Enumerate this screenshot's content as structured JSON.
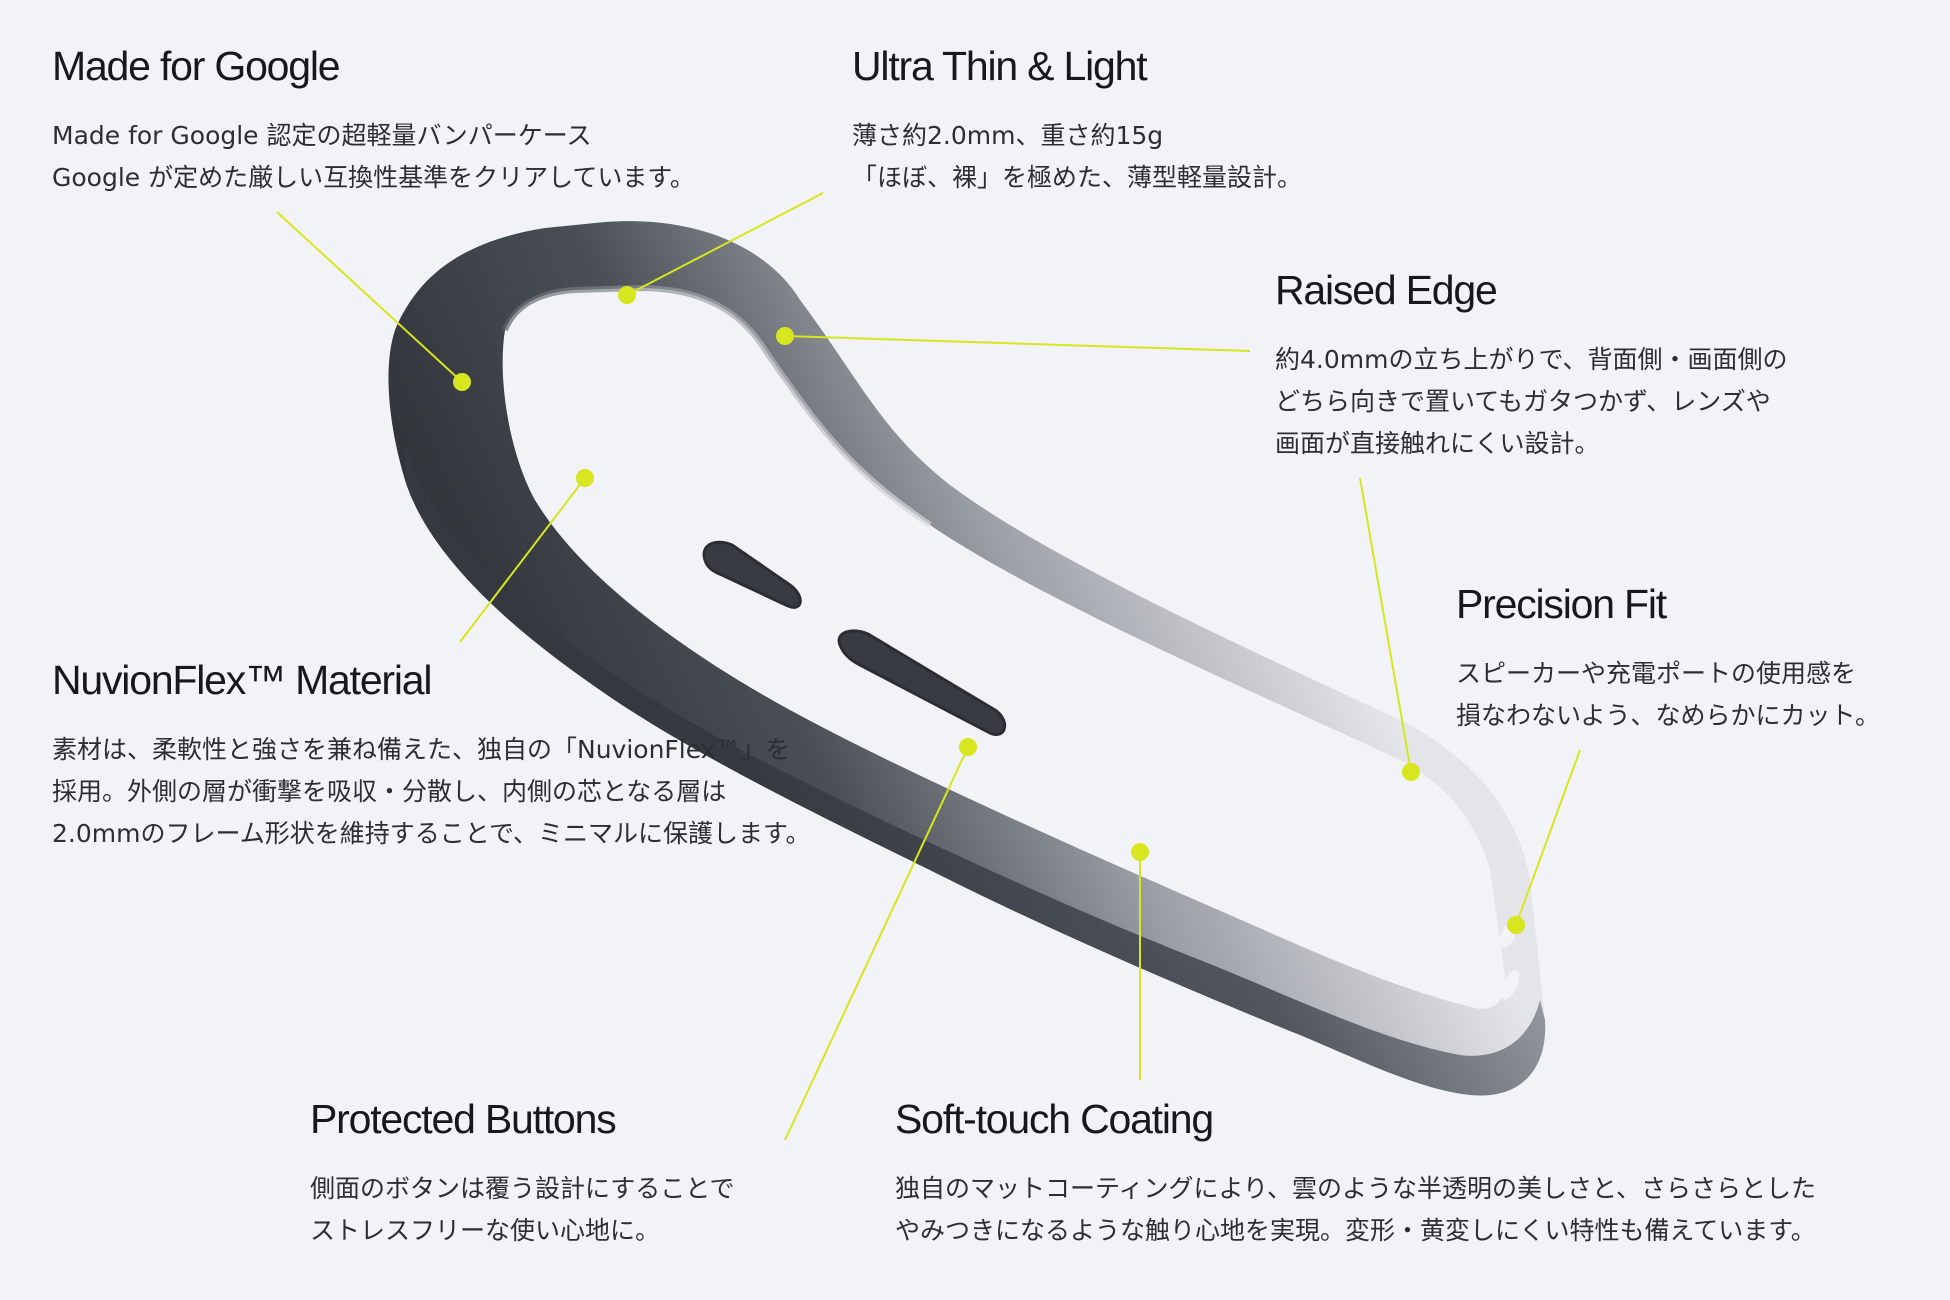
{
  "colors": {
    "background": "#f2f3f6",
    "callout": "#d7e61e",
    "bumper_dark": "#2f3338",
    "bumper_light": "#d5d6da"
  },
  "features": {
    "made_for_google": {
      "title": "Made for Google",
      "lines": [
        "Made for Google 認定の超軽量バンパーケース",
        "Google が定めた厳しい互換性基準をクリアしています。"
      ]
    },
    "ultra_thin": {
      "title": "Ultra Thin & Light",
      "lines": [
        "薄さ約2.0mm、重さ約15g",
        "「ほぼ、裸」を極めた、薄型軽量設計。"
      ]
    },
    "raised_edge": {
      "title": "Raised Edge",
      "lines": [
        "約4.0mmの立ち上がりで、背面側・画面側の",
        "どちら向きで置いてもガタつかず、レンズや",
        "画面が直接触れにくい設計。"
      ]
    },
    "precision_fit": {
      "title": "Precision Fit",
      "lines": [
        "スピーカーや充電ポートの使用感を",
        "損なわないよう、なめらかにカット。"
      ]
    },
    "nuvionflex": {
      "title": "NuvionFlex™ Material",
      "lines": [
        "素材は、柔軟性と強さを兼ね備えた、独自の「NuvionFlex™」を",
        "採用。外側の層が衝撃を吸収・分散し、内側の芯となる層は",
        "2.0mmのフレーム形状を維持することで、ミニマルに保護します。"
      ]
    },
    "protected_buttons": {
      "title": "Protected Buttons",
      "lines": [
        "側面のボタンは覆う設計にすることで",
        "ストレスフリーな使い心地に。"
      ]
    },
    "soft_touch": {
      "title": "Soft-touch Coating",
      "lines": [
        "独自のマットコーティングにより、雲のような半透明の美しさと、さらさらとした",
        "やみつきになるような触り心地を実現。変形・黄変しにくい特性も備えています。"
      ]
    }
  }
}
